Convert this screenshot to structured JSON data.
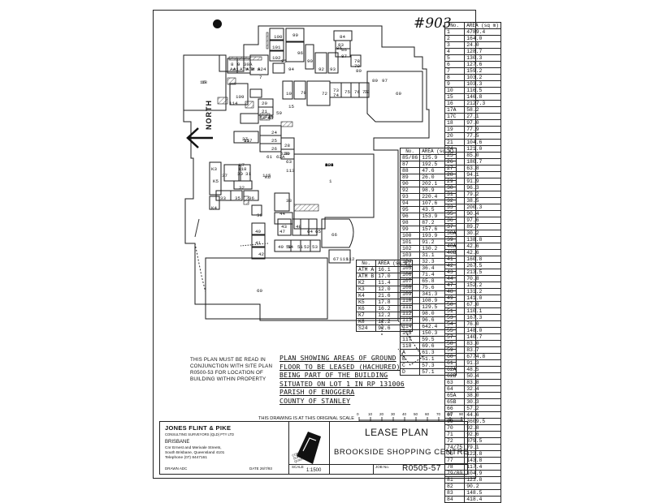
{
  "annotation": "#903",
  "north_label": "NORTH",
  "table_main": {
    "headers": [
      "No.",
      "AREA (sq m)"
    ],
    "rows": [
      [
        "1",
        "4789.4"
      ],
      [
        "2",
        "164.0"
      ],
      [
        "3",
        "24.0"
      ],
      [
        "4",
        "128.7"
      ],
      [
        "5",
        "130.3"
      ],
      [
        "6",
        "127.6"
      ],
      [
        "7",
        "159.2"
      ],
      [
        "8",
        "103.2"
      ],
      [
        "9",
        "103.3"
      ],
      [
        "10",
        "116.5"
      ],
      [
        "15",
        "146.8"
      ],
      [
        "16",
        "2127.3"
      ],
      [
        "17A",
        "58.2"
      ],
      [
        "17C",
        "27.1"
      ],
      [
        "18",
        "97.0"
      ],
      [
        "19",
        "77.9"
      ],
      [
        "20",
        "77.5"
      ],
      [
        "21",
        "104.6"
      ],
      [
        "24",
        "121.0"
      ],
      [
        "25",
        "85.0"
      ],
      [
        "26",
        "180.7"
      ],
      [
        "27",
        "63.8"
      ],
      [
        "28",
        "94.1"
      ],
      [
        "29",
        "91.9"
      ],
      [
        "30",
        "96.3"
      ],
      [
        "31",
        "79.2"
      ],
      [
        "32",
        "38.5"
      ],
      [
        "33",
        "200.3"
      ],
      [
        "35",
        "90.4"
      ],
      [
        "36",
        "97.6"
      ],
      [
        "37",
        "89.7"
      ],
      [
        "38A",
        "30.2"
      ],
      [
        "39",
        "138.8"
      ],
      [
        "40A",
        "42.6"
      ],
      [
        "40B",
        "42.6"
      ],
      [
        "41",
        "160.8"
      ],
      [
        "42",
        "267.5"
      ],
      [
        "43",
        "213.5"
      ],
      [
        "44",
        "70.8"
      ],
      [
        "47",
        "152.2"
      ],
      [
        "48",
        "131.2"
      ],
      [
        "49",
        "141.0"
      ],
      [
        "50",
        "67.0"
      ],
      [
        "51",
        "110.1"
      ],
      [
        "53",
        "167.3"
      ],
      [
        "54",
        "76.0"
      ],
      [
        "55",
        "148.0"
      ],
      [
        "57",
        "140.7"
      ],
      [
        "58",
        "83.0"
      ],
      [
        "59",
        "83.7"
      ],
      [
        "60",
        "6774.8"
      ],
      [
        "61",
        "91.3"
      ],
      [
        "62A",
        "48.5"
      ],
      [
        "62B",
        "50.4"
      ],
      [
        "63",
        "83.8"
      ],
      [
        "64",
        "32.4"
      ],
      [
        "65A",
        "38.0"
      ],
      [
        "65B",
        "30.3"
      ],
      [
        "66",
        "57.2"
      ],
      [
        "67",
        "44.6"
      ],
      [
        "69",
        "3609.5"
      ],
      [
        "70",
        "92.8"
      ],
      [
        "71",
        "92.6"
      ],
      [
        "72",
        "379.5"
      ],
      [
        "74/75",
        "79.1"
      ],
      [
        "76",
        "122.8"
      ],
      [
        "77",
        "143.8"
      ],
      [
        "78",
        "117.4"
      ],
      [
        "79/80",
        "104.9"
      ],
      [
        "81",
        "123.8"
      ],
      [
        "82",
        "90.2"
      ],
      [
        "83",
        "148.5"
      ],
      [
        "84",
        "418.4"
      ]
    ]
  },
  "table_mid": {
    "headers": [
      "No.",
      "AREA (sq m)"
    ],
    "rows": [
      [
        "85/86",
        "125.9"
      ],
      [
        "87",
        "192.5"
      ],
      [
        "88",
        "47.6"
      ],
      [
        "89",
        "26.0"
      ],
      [
        "90",
        "202.1"
      ],
      [
        "92",
        "98.9"
      ],
      [
        "93",
        "220.4"
      ],
      [
        "94",
        "107.6"
      ],
      [
        "95",
        "43.5"
      ],
      [
        "96",
        "153.9"
      ],
      [
        "98",
        "87.2"
      ],
      [
        "99",
        "157.6"
      ],
      [
        "100",
        "193.9"
      ],
      [
        "101",
        "91.2"
      ],
      [
        "102",
        "130.2"
      ],
      [
        "103",
        "31.1"
      ],
      [
        "104",
        "32.3"
      ],
      [
        "105",
        "36.4"
      ],
      [
        "106",
        "71.4"
      ],
      [
        "107",
        "65.8"
      ],
      [
        "108",
        "75.6"
      ],
      [
        "109",
        "341.3"
      ],
      [
        "110",
        "108.9"
      ],
      [
        "111",
        "129.5"
      ],
      [
        "112",
        "98.0"
      ],
      [
        "113",
        "96.6"
      ],
      [
        "114",
        "642.4"
      ],
      [
        "115",
        "150.3"
      ],
      [
        "117",
        "59.5"
      ],
      [
        "118",
        "69.6"
      ],
      [
        "A",
        "61.3"
      ],
      [
        "B",
        "51.1"
      ],
      [
        "C",
        "57.3"
      ],
      [
        "D",
        "57.1"
      ]
    ]
  },
  "table_small": {
    "headers": [
      "No.",
      "AREA (sq m)"
    ],
    "rows": [
      [
        "ATM A",
        "16.1"
      ],
      [
        "ATM B",
        "17.0"
      ],
      [
        "K2",
        "11.4"
      ],
      [
        "K3",
        "12.0"
      ],
      [
        "K4",
        "21.6"
      ],
      [
        "K5",
        "17.8"
      ],
      [
        "K6",
        "16.2"
      ],
      [
        "K7",
        "12.2"
      ],
      [
        "K8",
        "12.2"
      ],
      [
        "S24",
        "92.6"
      ]
    ]
  },
  "note_left": [
    "THIS PLAN MUST BE READ IN",
    "CONJUNCTION WITH SITE PLAN",
    "R0500-53 FOR LOCATION OF",
    "BUILDING WITHIN PROPERTY"
  ],
  "description": [
    "PLAN SHOWING AREAS OF GROUND",
    "FLOOR TO BE LEASED (HACHURED)",
    "BEING PART OF THE BUILDING",
    "SITUATED ON LOT 1 IN RP 131006",
    "PARISH OF ENOGGERA",
    "COUNTY OF STANLEY"
  ],
  "scale_note": "THIS DRAWING IS AT THIS ORIGINAL SCALE",
  "scale_ticks": [
    "0",
    "10",
    "20",
    "30",
    "40",
    "50",
    "60",
    "70",
    "80",
    "90"
  ],
  "firm": {
    "name": "JONES FLINT & PIKE",
    "tagline": "CONSULTING SURVEYORS (QLD) PTY LTD",
    "city": "BRISBANE",
    "address": [
      "Cnr Ernest and Merivale Streets,",
      "South Brisbane, Queensland 4101"
    ],
    "telephone": "Telephone (07) 8447161",
    "drawn_label": "DRAWN ADC",
    "date_label": "DATE 26/7/93"
  },
  "logo_text": "CONSULTING SURVEYORS QUEENSLAND",
  "title": {
    "heading": "LEASE PLAN",
    "project": "BROOKSIDE SHOPPING CENTRE",
    "scale_label": "SCALE",
    "scale_value": "1:1500",
    "job_label": "JOB No.",
    "job_value": "R0505-57"
  },
  "plan_labels": [
    "1",
    "60",
    "69",
    "16",
    "18",
    "109",
    "100",
    "99",
    "101",
    "102",
    "96",
    "94",
    "92",
    "93",
    "90",
    "95",
    "84",
    "83",
    "85",
    "86",
    "87",
    "78",
    "79",
    "80",
    "89",
    "97",
    "70",
    "72",
    "73",
    "74",
    "75",
    "76",
    "77",
    "78",
    "10",
    "15",
    "20",
    "21",
    "24",
    "25",
    "26",
    "27",
    "28",
    "29",
    "30",
    "31",
    "32",
    "33",
    "35",
    "36",
    "37",
    "38",
    "39",
    "40",
    "41",
    "42",
    "43",
    "44",
    "47",
    "48",
    "49",
    "50",
    "51",
    "52",
    "53",
    "54",
    "55",
    "57",
    "58",
    "59",
    "61",
    "62A",
    "62B",
    "63",
    "64",
    "65",
    "66",
    "67",
    "111",
    "112",
    "113",
    "114",
    "115",
    "116",
    "117",
    "118",
    "K2",
    "K3",
    "K4",
    "K5",
    "K6",
    "K7",
    "S24",
    "ATM A",
    "ATM B",
    "A1",
    "A4",
    "30A",
    "9",
    "8",
    "7",
    "6",
    "5",
    "4",
    "3",
    "2",
    "104",
    "105",
    "106",
    "107",
    "108",
    "103"
  ]
}
